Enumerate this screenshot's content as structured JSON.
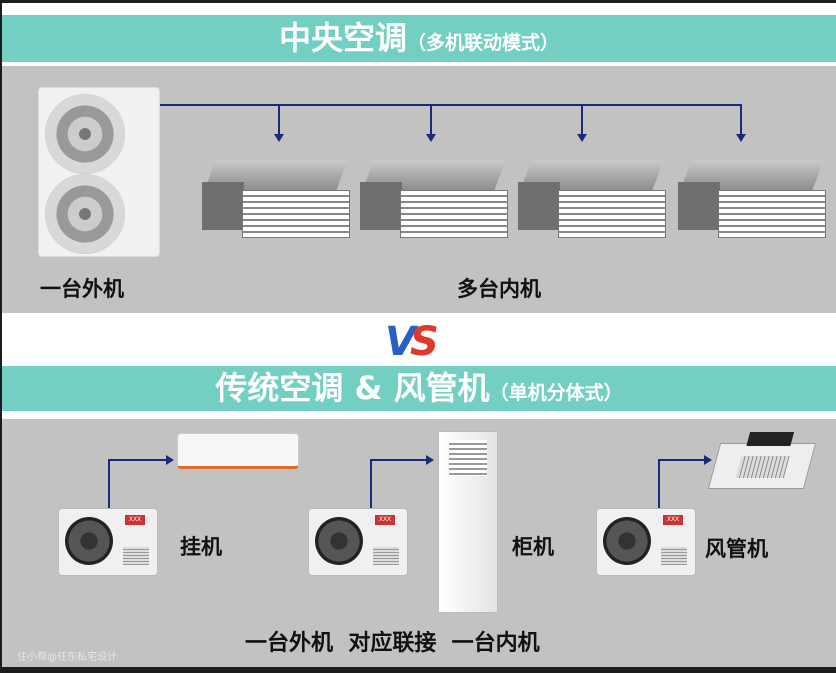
{
  "central": {
    "title": "中央空调",
    "subtitle": "（多机联动模式）",
    "outdoor_label": "一台外机",
    "indoor_label": "多台内机"
  },
  "vs": {
    "v": "V",
    "s": "S"
  },
  "traditional": {
    "title": "传统空调 & 风管机",
    "subtitle": "（单机分体式）",
    "units": [
      {
        "label": "挂机",
        "badge": "XXX"
      },
      {
        "label": "柜机",
        "badge": "XXX"
      },
      {
        "label": "风管机",
        "badge": "XXX"
      }
    ],
    "caption": "一台外机  对应联接  一台内机"
  },
  "watermark": "住小帮@任东私宅设计",
  "colors": {
    "band": "#72cfc2",
    "panel": "#c2c2c2",
    "pipe": "#1a2a7a"
  }
}
